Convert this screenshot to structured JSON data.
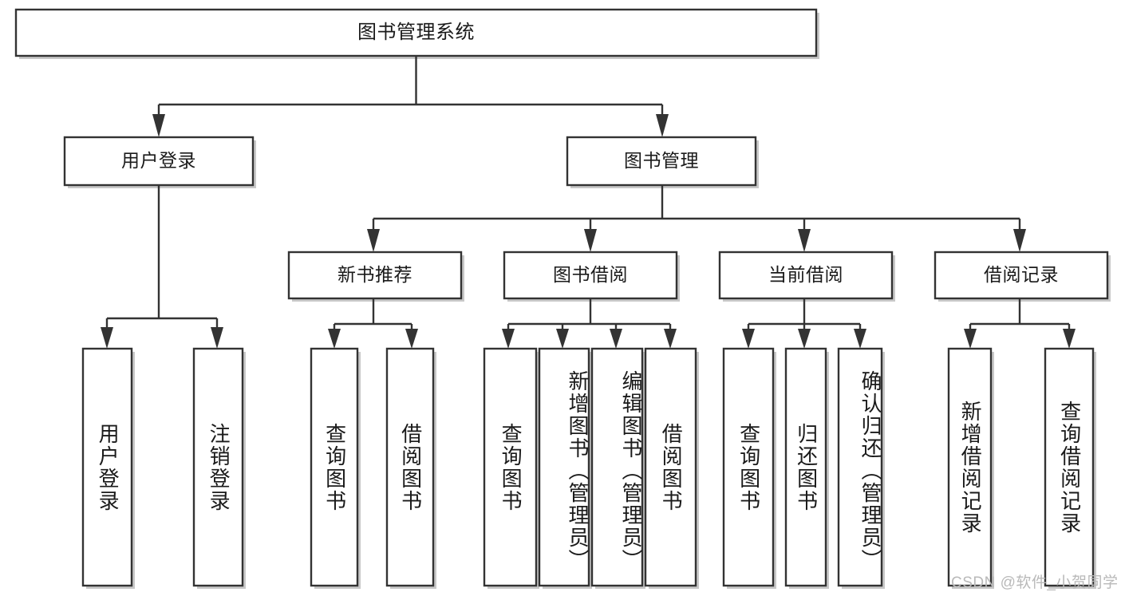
{
  "diagram": {
    "title": "图书管理系统",
    "watermark": "CSDN @软件_小贺同学",
    "colors": {
      "stroke": "#333333",
      "fill": "#ffffff",
      "text": "#1a1a1a",
      "watermark": "#b9b9b9",
      "background": "#ffffff"
    },
    "nodes": {
      "root": {
        "label": "图书管理系统"
      },
      "level2": [
        {
          "id": "user-login",
          "label": "用户登录"
        },
        {
          "id": "book-management",
          "label": "图书管理"
        }
      ],
      "level3": [
        {
          "id": "new-book-recommend",
          "label": "新书推荐"
        },
        {
          "id": "book-borrow",
          "label": "图书借阅"
        },
        {
          "id": "current-borrow",
          "label": "当前借阅"
        },
        {
          "id": "borrow-record",
          "label": "借阅记录"
        }
      ],
      "leaves": {
        "user-login": [
          {
            "id": "leaf-user-login",
            "label": "用户登录"
          },
          {
            "id": "leaf-user-logout",
            "label": "注销登录"
          }
        ],
        "new-book-recommend": [
          {
            "id": "leaf-query-book-1",
            "label": "查询图书"
          },
          {
            "id": "leaf-borrow-book-1",
            "label": "借阅图书"
          }
        ],
        "book-borrow": [
          {
            "id": "leaf-query-book-2",
            "label": "查询图书"
          },
          {
            "id": "leaf-add-book",
            "label": "新增图书（管理员）"
          },
          {
            "id": "leaf-edit-book",
            "label": "编辑图书（管理员）"
          },
          {
            "id": "leaf-borrow-book-2",
            "label": "借阅图书"
          }
        ],
        "current-borrow": [
          {
            "id": "leaf-query-book-3",
            "label": "查询图书"
          },
          {
            "id": "leaf-return-book",
            "label": "归还图书"
          },
          {
            "id": "leaf-confirm-return",
            "label": "确认归还（管理员）"
          }
        ],
        "borrow-record": [
          {
            "id": "leaf-add-record",
            "label": "新增借阅记录"
          },
          {
            "id": "leaf-query-record",
            "label": "查询借阅记录"
          }
        ]
      }
    }
  }
}
